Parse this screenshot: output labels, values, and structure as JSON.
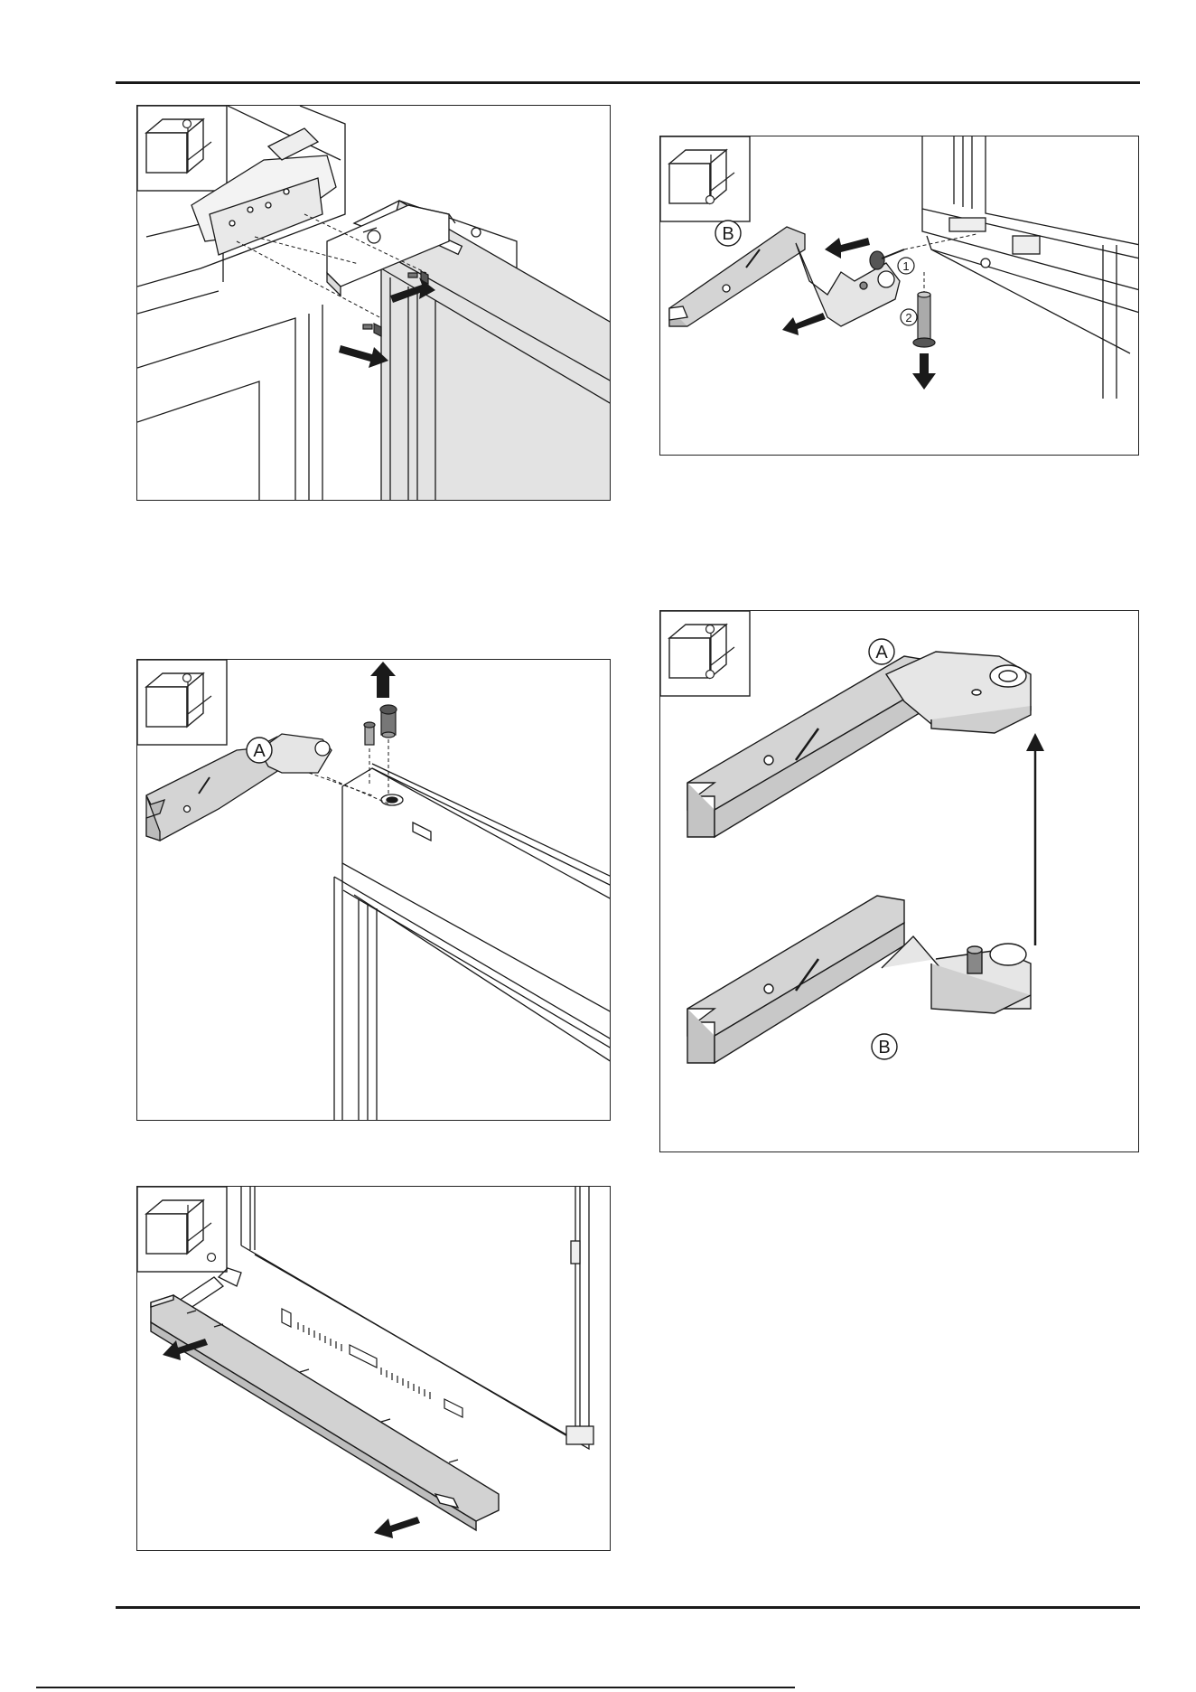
{
  "figures": {
    "fig1": {
      "callouts": []
    },
    "fig2": {
      "callouts": [
        "B",
        "1",
        "2"
      ]
    },
    "fig3": {
      "callouts": [
        "A"
      ]
    },
    "fig4": {
      "callouts": [
        "A",
        "B"
      ]
    },
    "fig5": {
      "callouts": []
    }
  },
  "colors": {
    "line": "#1a1a1a",
    "part_fill": "#d4d4d4",
    "panel_border": "#222222"
  }
}
